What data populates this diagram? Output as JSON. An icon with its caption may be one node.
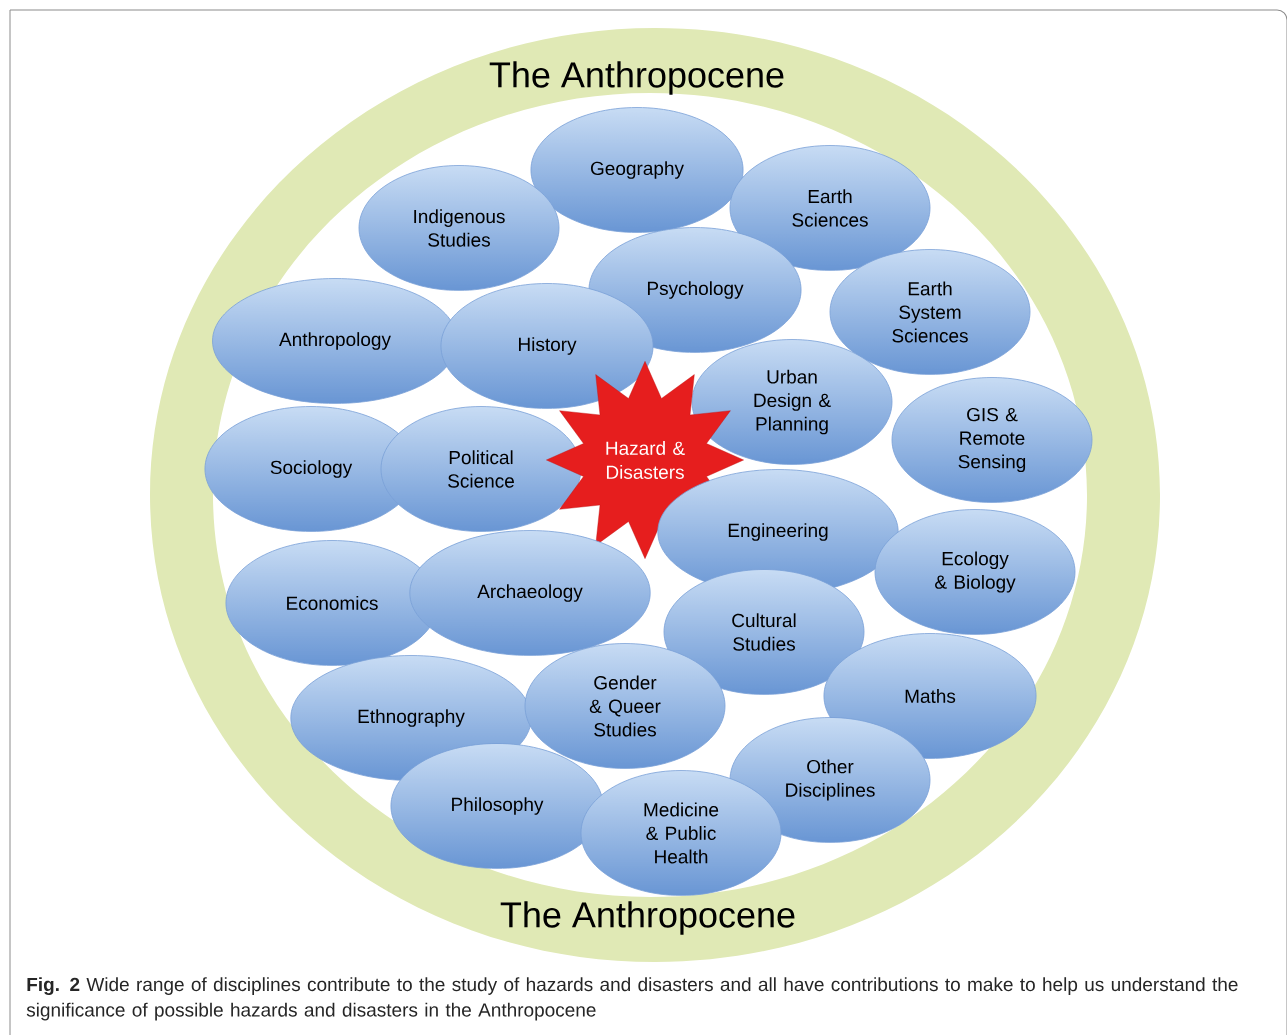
{
  "diagram": {
    "caption": "**Fig. 2** Wide range of disciplines contribute to the study of hazards and disasters and all have contributions to make to help us understand the significance of possible hazards and disasters in the Anthropocene",
    "nodes": [
      {
        "text": [
          "The Anthropocene",
          "The Anthropocene"
        ]
      },
      {
        "text": [
          "Geography"
        ],
        "in": 0
      },
      {
        "text": [
          "Indigenous Studies"
        ],
        "in": 0
      },
      {
        "text": [
          "Earth Sciences"
        ],
        "in": 0
      },
      {
        "text": [
          "Psychology"
        ],
        "in": 0
      },
      {
        "text": [
          "Earth System Sciences"
        ],
        "in": 0
      },
      {
        "text": [
          "Anthropology"
        ],
        "in": 0
      },
      {
        "text": [
          "History"
        ],
        "in": 0
      },
      {
        "text": [
          "Urban Design & Planning"
        ],
        "in": 0
      },
      {
        "text": [
          "GIS & Remote Sensing"
        ],
        "in": 0
      },
      {
        "text": [
          "Sociology"
        ],
        "in": 0
      },
      {
        "text": [
          "Political Science"
        ],
        "in": 0
      },
      {
        "text": [
          "Hazard & Disasters"
        ],
        "in": 0
      },
      {
        "text": [
          "Engineering"
        ],
        "in": 0
      },
      {
        "text": [
          "Ecology & Biology"
        ],
        "in": 0
      },
      {
        "text": [
          "Economics"
        ],
        "in": 0
      },
      {
        "text": [
          "Archaeology"
        ],
        "in": 0
      },
      {
        "text": [
          "Cultural Studies"
        ],
        "in": 0
      },
      {
        "text": [
          "Ethnography"
        ],
        "in": 0
      },
      {
        "text": [
          "Gender & Queer Studies"
        ],
        "in": 0
      },
      {
        "text": [
          "Maths"
        ],
        "in": 0
      },
      {
        "text": [
          "Other Disciplines"
        ],
        "in": 0
      },
      {
        "text": [
          "Philosophy"
        ],
        "in": 0
      },
      {
        "text": [
          "Medicine & Public Health"
        ],
        "in": 0
      }
    ]
  }
}
